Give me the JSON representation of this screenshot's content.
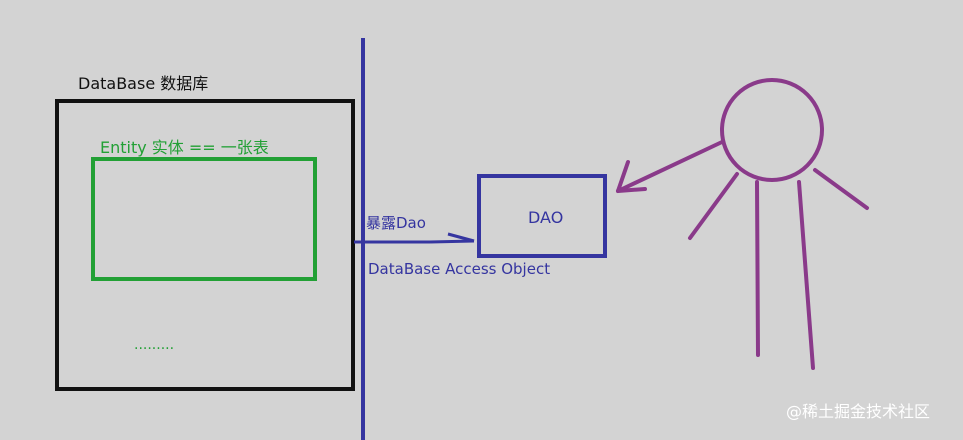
{
  "labels": {
    "database": "DataBase 数据库",
    "entity": "Entity 实体 == 一张表",
    "ellipsis": ".........",
    "expose": "暴露Dao",
    "dao": "DAO",
    "dao_full": "DataBase Access Object"
  },
  "watermark": "@稀土掘金技术社区",
  "colors": {
    "background": "#d3d3d3",
    "database_box": "#111111",
    "entity": "#22a035",
    "dao": "#3535a0",
    "person": "#8a3a8a"
  }
}
